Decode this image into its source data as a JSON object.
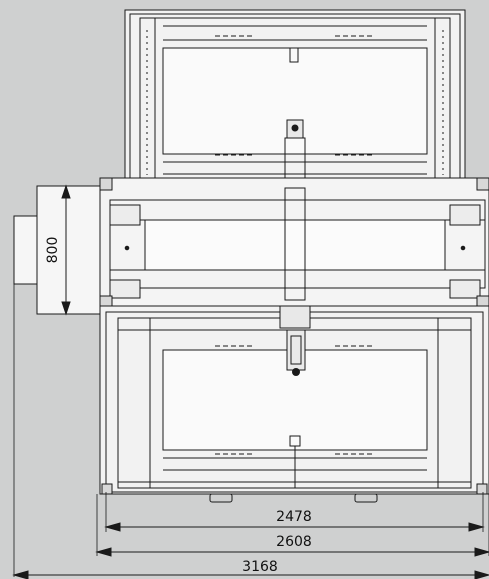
{
  "drawing": {
    "dimensions": {
      "height_label": "800",
      "width_inner": "2478",
      "width_middle": "2608",
      "width_total": "3168"
    },
    "colors": {
      "background": "#cfd0d0",
      "frame": "#f4f4f4",
      "line": "#1a1a1a"
    }
  }
}
